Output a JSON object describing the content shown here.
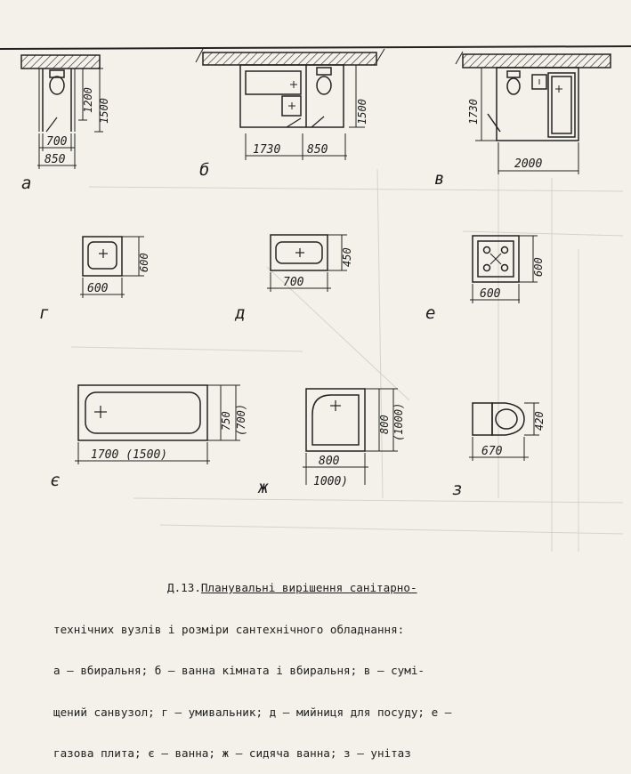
{
  "panels": {
    "a": {
      "letter": "а",
      "dims": [
        "1200",
        "1500",
        "700",
        "850"
      ]
    },
    "b": {
      "letter": "б",
      "dims": [
        "1500",
        "1730",
        "850"
      ]
    },
    "v": {
      "letter": "в",
      "dims": [
        "1730",
        "2000"
      ]
    },
    "g": {
      "letter": "г",
      "dims": [
        "600",
        "600"
      ]
    },
    "d": {
      "letter": "д",
      "dims": [
        "450",
        "700"
      ]
    },
    "e": {
      "letter": "е",
      "dims": [
        "600",
        "600"
      ]
    },
    "ie": {
      "letter": "є",
      "dims": [
        "750",
        "(700)",
        "1700 (1500)"
      ]
    },
    "zh": {
      "letter": "ж",
      "dims": [
        "800",
        "(1000)",
        "800",
        "1000)"
      ]
    },
    "z": {
      "letter": "з",
      "dims": [
        "420",
        "670"
      ]
    }
  },
  "caption": {
    "figure": "Д.13.",
    "line1": "Планувальні вирішення санітарно-",
    "line2": "технічних вузлів і розміри сантехнічного обладнання:",
    "line3": "а – вбиральня; б – ванна кімната і вбиральня; в – сумі-",
    "line4": "щений санвузол; г – умивальник; д – мийниця для посуду; е –",
    "line5": "газова плита; є – ванна; ж – сидяча ванна; з – унітаз"
  }
}
